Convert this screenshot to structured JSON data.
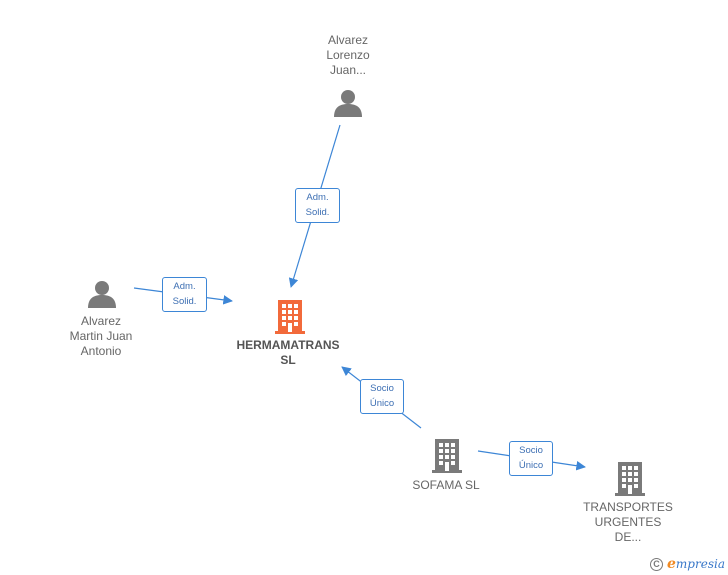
{
  "colors": {
    "edge": "#3d86d6",
    "person_icon": "#7a7a7a",
    "company_icon": "#7a7a7a",
    "main_company_icon": "#f26a3b",
    "brand_e": "#f08a24",
    "brand_text": "#3a78c9"
  },
  "nodes": {
    "person_top": {
      "type": "person",
      "icon": "person-icon",
      "label_lines": [
        "Alvarez",
        "Lorenzo",
        "Juan..."
      ]
    },
    "person_left": {
      "type": "person",
      "icon": "person-icon",
      "label_lines": [
        "Alvarez",
        "Martin Juan",
        "Antonio"
      ]
    },
    "main_company": {
      "type": "company",
      "icon": "building-icon",
      "label_lines": [
        "HERMAMATRANS",
        "SL"
      ]
    },
    "sofama": {
      "type": "company",
      "icon": "building-icon",
      "label_lines": [
        "SOFAMA SL"
      ]
    },
    "transportes": {
      "type": "company",
      "icon": "building-icon",
      "label_lines": [
        "TRANSPORTES",
        "URGENTES",
        "DE..."
      ]
    }
  },
  "edges": {
    "top_to_main": {
      "label_lines": [
        "Adm.",
        "Solid."
      ]
    },
    "left_to_main": {
      "label_lines": [
        "Adm.",
        "Solid."
      ]
    },
    "sofama_to_main": {
      "label_lines": [
        "Socio",
        "Único"
      ]
    },
    "sofama_to_transportes": {
      "label_lines": [
        "Socio",
        "Único"
      ]
    }
  },
  "footer": {
    "copyright_symbol": "C",
    "brand_initial": "e",
    "brand_rest": "mpresia"
  }
}
